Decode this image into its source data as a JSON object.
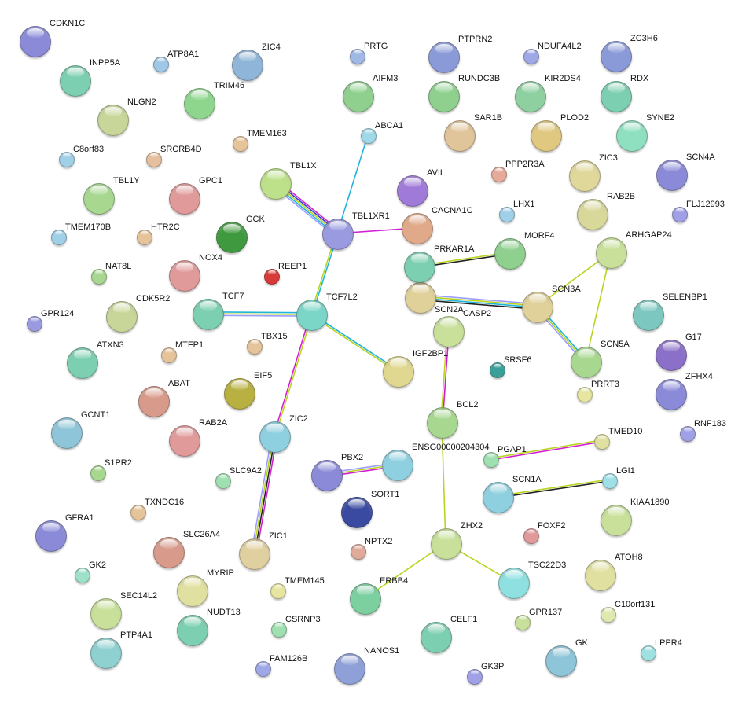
{
  "title": "Protein interaction network",
  "edge_colors": {
    "experiments": "#d21fd2",
    "textmining": "#b9d41f",
    "database": "#22b4d8",
    "coexpression": "#222222",
    "homology": "#3a3ad0",
    "lavender": "#9d9dff"
  },
  "nodes": [
    {
      "label": "CDKN1C",
      "color": "#8a8ad8"
    },
    {
      "label": "INPP5A",
      "color": "#7ccfb0"
    },
    {
      "label": "ATP8A1",
      "color": "#9fc8e6"
    },
    {
      "label": "ZIC4",
      "color": "#8fb5d8"
    },
    {
      "label": "TRIM46",
      "color": "#8ed68e"
    },
    {
      "label": "NLGN2",
      "color": "#c8d69a"
    },
    {
      "label": "TMEM163",
      "color": "#e6c49a"
    },
    {
      "label": "C8orf83",
      "color": "#9fd0e8"
    },
    {
      "label": "SRCRB4D",
      "color": "#e6c09e"
    },
    {
      "label": "TBL1X",
      "color": "#bde08a"
    },
    {
      "label": "TBL1Y",
      "color": "#a8d890"
    },
    {
      "label": "GPC1",
      "color": "#e09a9a"
    },
    {
      "label": "GCK",
      "color": "#3f9a3f"
    },
    {
      "label": "HTR2C",
      "color": "#e6c49a"
    },
    {
      "label": "TMEM170B",
      "color": "#9fd0e8"
    },
    {
      "label": "NOX4",
      "color": "#e09a9a"
    },
    {
      "label": "REEP1",
      "color": "#d83a3a"
    },
    {
      "label": "NAT8L",
      "color": "#a8d890"
    },
    {
      "label": "TBL1XR1",
      "color": "#9a9ae0"
    },
    {
      "label": "TCF7",
      "color": "#7ccfb0"
    },
    {
      "label": "CDK5R2",
      "color": "#c8d69a"
    },
    {
      "label": "GPR124",
      "color": "#9a9ae0"
    },
    {
      "label": "TCF7L2",
      "color": "#7cd6c8"
    },
    {
      "label": "TBX15",
      "color": "#e6c49a"
    },
    {
      "label": "MTFP1",
      "color": "#e6c49a"
    },
    {
      "label": "ATXN3",
      "color": "#7ccfb0"
    },
    {
      "label": "EIF5",
      "color": "#b8b040"
    },
    {
      "label": "ABAT",
      "color": "#d89a8a"
    },
    {
      "label": "GCNT1",
      "color": "#8fc5d8"
    },
    {
      "label": "RAB2A",
      "color": "#e09a9a"
    },
    {
      "label": "ZIC2",
      "color": "#8fd0e0"
    },
    {
      "label": "S1PR2",
      "color": "#a8d890"
    },
    {
      "label": "SLC9A2",
      "color": "#9fe0b0"
    },
    {
      "label": "TXNDC16",
      "color": "#e6c49a"
    },
    {
      "label": "GFRA1",
      "color": "#8a8ad8"
    },
    {
      "label": "SLC26A4",
      "color": "#d89a8a"
    },
    {
      "label": "GK2",
      "color": "#9fe0c8"
    },
    {
      "label": "ZIC1",
      "color": "#e0d0a0"
    },
    {
      "label": "MYRIP",
      "color": "#e0e0a0"
    },
    {
      "label": "TMEM145",
      "color": "#e6e6a0"
    },
    {
      "label": "SEC14L2",
      "color": "#c8e09a"
    },
    {
      "label": "NUDT13",
      "color": "#7ccfb0"
    },
    {
      "label": "CSRNP3",
      "color": "#9fe0b0"
    },
    {
      "label": "PTP4A1",
      "color": "#8fd0d0"
    },
    {
      "label": "FAM126B",
      "color": "#9fa8e6"
    },
    {
      "label": "NANOS1",
      "color": "#8fa0d8"
    },
    {
      "label": "GK3P",
      "color": "#9fa0e6"
    },
    {
      "label": "GK",
      "color": "#8fc5d8"
    },
    {
      "label": "LPPR4",
      "color": "#9fe0e0"
    },
    {
      "label": "CELF1",
      "color": "#7ccfb0"
    },
    {
      "label": "GPR137",
      "color": "#c8e09a"
    },
    {
      "label": "C10orf131",
      "color": "#e0e8b0"
    },
    {
      "label": "ERBB4",
      "color": "#7cd0a0"
    },
    {
      "label": "TSC22D3",
      "color": "#8fe0e0"
    },
    {
      "label": "ATOH8",
      "color": "#e0e0a0"
    },
    {
      "label": "ZHX2",
      "color": "#c8e09a"
    },
    {
      "label": "FOXF2",
      "color": "#e09a9a"
    },
    {
      "label": "NPTX2",
      "color": "#e0aa9a"
    },
    {
      "label": "SORT1",
      "color": "#3a4aa0"
    },
    {
      "label": "PBX2",
      "color": "#8a8ad8"
    },
    {
      "label": "ENSG00000204304",
      "color": "#8fd0e0"
    },
    {
      "label": "SCN1A",
      "color": "#8fd0e0"
    },
    {
      "label": "LGI1",
      "color": "#9fe0e6"
    },
    {
      "label": "KIAA1890",
      "color": "#c8e09a"
    },
    {
      "label": "PGAP1",
      "color": "#9fe0b0"
    },
    {
      "label": "TMED10",
      "color": "#e0e0a0"
    },
    {
      "label": "BCL2",
      "color": "#a8d890"
    },
    {
      "label": "IGF2BP1",
      "color": "#e0d890"
    },
    {
      "label": "CASP2",
      "color": "#c8e09a"
    },
    {
      "label": "SRSF6",
      "color": "#3aa09a"
    },
    {
      "label": "PRRT3",
      "color": "#e6e6a0"
    },
    {
      "label": "ZFHX4",
      "color": "#8a8ad8"
    },
    {
      "label": "RNF183",
      "color": "#9fa0e6"
    },
    {
      "label": "G17",
      "color": "#8a70c8"
    },
    {
      "label": "SELENBP1",
      "color": "#7cc8c0"
    },
    {
      "label": "SCN5A",
      "color": "#a8d890"
    },
    {
      "label": "SCN3A",
      "color": "#e0d09a"
    },
    {
      "label": "SCN2A",
      "color": "#e0d09a"
    },
    {
      "label": "PRKAR1A",
      "color": "#7ccfb0"
    },
    {
      "label": "MORF4",
      "color": "#8fd08f"
    },
    {
      "label": "ARHGAP24",
      "color": "#c8e09a"
    },
    {
      "label": "CACNA1C",
      "color": "#e0aa8a"
    },
    {
      "label": "AVIL",
      "color": "#a07ad8"
    },
    {
      "label": "LHX1",
      "color": "#9fd0e8"
    },
    {
      "label": "PPP2R3A",
      "color": "#e6aa9a"
    },
    {
      "label": "RAB2B",
      "color": "#d8d89a"
    },
    {
      "label": "ZIC3",
      "color": "#e0d89a"
    },
    {
      "label": "SCN4A",
      "color": "#8a8ad8"
    },
    {
      "label": "FLJ12993",
      "color": "#9fa0e6"
    },
    {
      "label": "SYNE2",
      "color": "#8fe0c0"
    },
    {
      "label": "PLOD2",
      "color": "#e0c880"
    },
    {
      "label": "SAR1B",
      "color": "#e0c49a"
    },
    {
      "label": "ABCA1",
      "color": "#9fd8e8"
    },
    {
      "label": "AIFM3",
      "color": "#8fd08f"
    },
    {
      "label": "RUNDC3B",
      "color": "#8fd08f"
    },
    {
      "label": "KIR2DS4",
      "color": "#8fd0a0"
    },
    {
      "label": "RDX",
      "color": "#7ccfb0"
    },
    {
      "label": "PRTG",
      "color": "#9fb8e6"
    },
    {
      "label": "PTPRN2",
      "color": "#8a9ad8"
    },
    {
      "label": "NDUFA4L2",
      "color": "#9fa8e6"
    },
    {
      "label": "ZC3H6",
      "color": "#8a9ad8"
    }
  ],
  "edges": [
    {
      "from": "TBL1X",
      "to": "TBL1XR1",
      "types": [
        "experiments",
        "homology",
        "textmining",
        "database",
        "lavender"
      ]
    },
    {
      "from": "TBL1XR1",
      "to": "ABCA1",
      "types": [
        "database"
      ]
    },
    {
      "from": "TBL1XR1",
      "to": "CACNA1C",
      "types": [
        "experiments"
      ]
    },
    {
      "from": "TBL1XR1",
      "to": "TCF7L2",
      "types": [
        "database",
        "textmining"
      ]
    },
    {
      "from": "TCF7",
      "to": "TCF7L2",
      "types": [
        "database",
        "textmining",
        "lavender"
      ]
    },
    {
      "from": "TCF7L2",
      "to": "IGF2BP1",
      "types": [
        "database",
        "textmining"
      ]
    },
    {
      "from": "TCF7L2",
      "to": "ZIC2",
      "types": [
        "textmining",
        "experiments"
      ]
    },
    {
      "from": "ZIC2",
      "to": "ZIC1",
      "types": [
        "experiments",
        "coexpression",
        "textmining",
        "lavender"
      ]
    },
    {
      "from": "PRKAR1A",
      "to": "MORF4",
      "types": [
        "textmining",
        "coexpression"
      ]
    },
    {
      "from": "SCN2A",
      "to": "SCN3A",
      "types": [
        "lavender",
        "textmining",
        "database",
        "coexpression"
      ]
    },
    {
      "from": "SCN3A",
      "to": "ARHGAP24",
      "types": [
        "textmining"
      ]
    },
    {
      "from": "ARHGAP24",
      "to": "SCN5A",
      "types": [
        "textmining"
      ]
    },
    {
      "from": "SCN3A",
      "to": "SCN5A",
      "types": [
        "database",
        "textmining",
        "lavender"
      ]
    },
    {
      "from": "CASP2",
      "to": "BCL2",
      "types": [
        "experiments",
        "textmining"
      ]
    },
    {
      "from": "PBX2",
      "to": "ENSG00000204304",
      "types": [
        "lavender",
        "textmining",
        "experiments"
      ]
    },
    {
      "from": "BCL2",
      "to": "ZHX2",
      "types": [
        "textmining"
      ]
    },
    {
      "from": "PGAP1",
      "to": "TMED10",
      "types": [
        "textmining",
        "experiments"
      ]
    },
    {
      "from": "SCN1A",
      "to": "LGI1",
      "types": [
        "textmining",
        "coexpression"
      ]
    },
    {
      "from": "ZHX2",
      "to": "ERBB4",
      "types": [
        "textmining"
      ]
    },
    {
      "from": "ZHX2",
      "to": "TSC22D3",
      "types": [
        "textmining"
      ]
    }
  ]
}
